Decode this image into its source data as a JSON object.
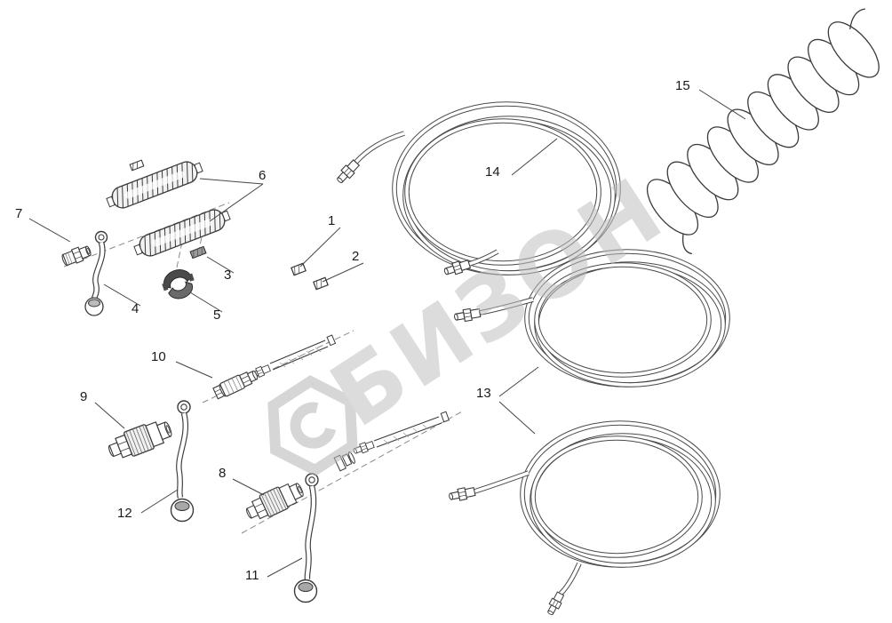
{
  "watermark": {
    "text": "БИЗОН",
    "color": "#c0c0c0"
  },
  "parts": [
    {
      "label": "1"
    },
    {
      "label": "2"
    },
    {
      "label": "3"
    },
    {
      "label": "4"
    },
    {
      "label": "5"
    },
    {
      "label": "6"
    },
    {
      "label": "7"
    },
    {
      "label": "8"
    },
    {
      "label": "9"
    },
    {
      "label": "10"
    },
    {
      "label": "11"
    },
    {
      "label": "12"
    },
    {
      "label": "13"
    },
    {
      "label": "14"
    },
    {
      "label": "15"
    }
  ]
}
